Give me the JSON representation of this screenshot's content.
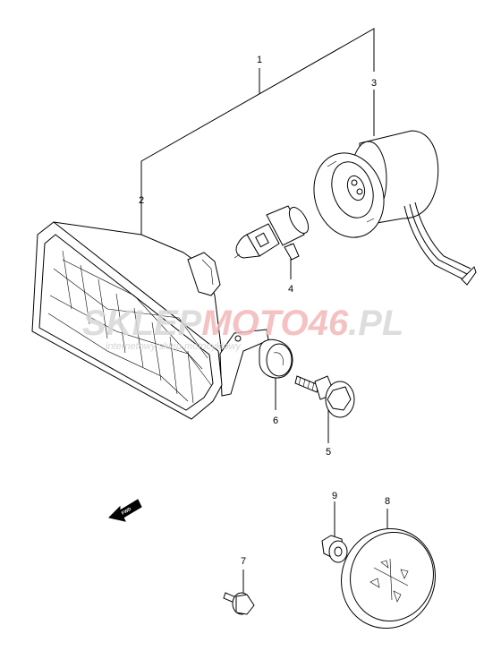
{
  "callouts": {
    "c1": "1",
    "c2": "2",
    "c3": "3",
    "c4": "4",
    "c5": "5",
    "c6": "6",
    "c7": "7",
    "c8": "8",
    "c9": "9"
  },
  "fwd_label": "FWD",
  "watermark": {
    "part_a": "SKLEP",
    "part_b": "MOTO46",
    "part_c": ".PL",
    "tagline": "internetowy sklep motocyklowy"
  },
  "colors": {
    "line": "#000000",
    "watermark_gray": "#d8d8d8",
    "watermark_red": "#f3b8b8"
  }
}
